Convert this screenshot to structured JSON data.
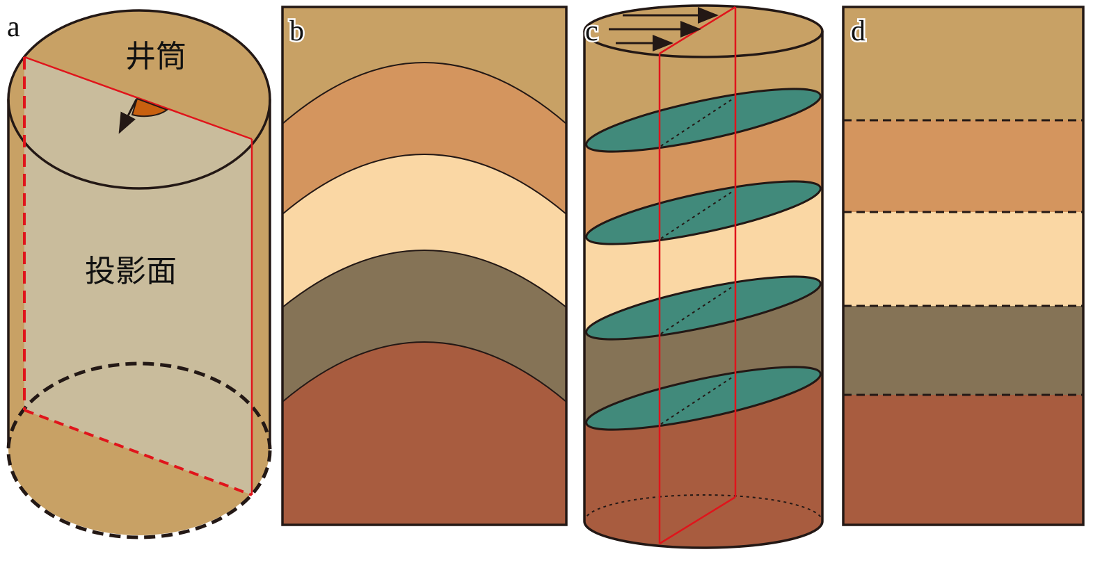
{
  "panels": {
    "a": {
      "label": "a",
      "wellbore_text": "井筒",
      "plane_text": "投影面"
    },
    "b": {
      "label": "b"
    },
    "c": {
      "label": "c"
    },
    "d": {
      "label": "d"
    }
  },
  "colors": {
    "layer1": "#C8A165",
    "layer2": "#D4955E",
    "layer3": "#FAD7A4",
    "layer4": "#857356",
    "layer5": "#A85C3F",
    "bedding_plane": "#418A7B",
    "projection_plane": "#C9BC9C",
    "section_line": "#E0141B",
    "dip_wedge": "#C8600F",
    "outline": "#231815"
  }
}
